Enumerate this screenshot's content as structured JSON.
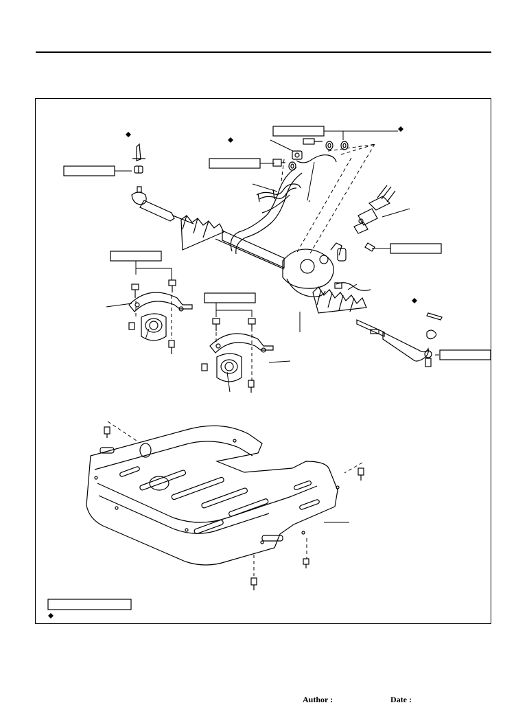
{
  "page": {
    "footer": {
      "author_label": "Author :",
      "date_label": "Date :"
    }
  },
  "diagram": {
    "legend_marker": "diamond-marker",
    "colors": {
      "line": "#000000",
      "paper": "#ffffff"
    }
  }
}
